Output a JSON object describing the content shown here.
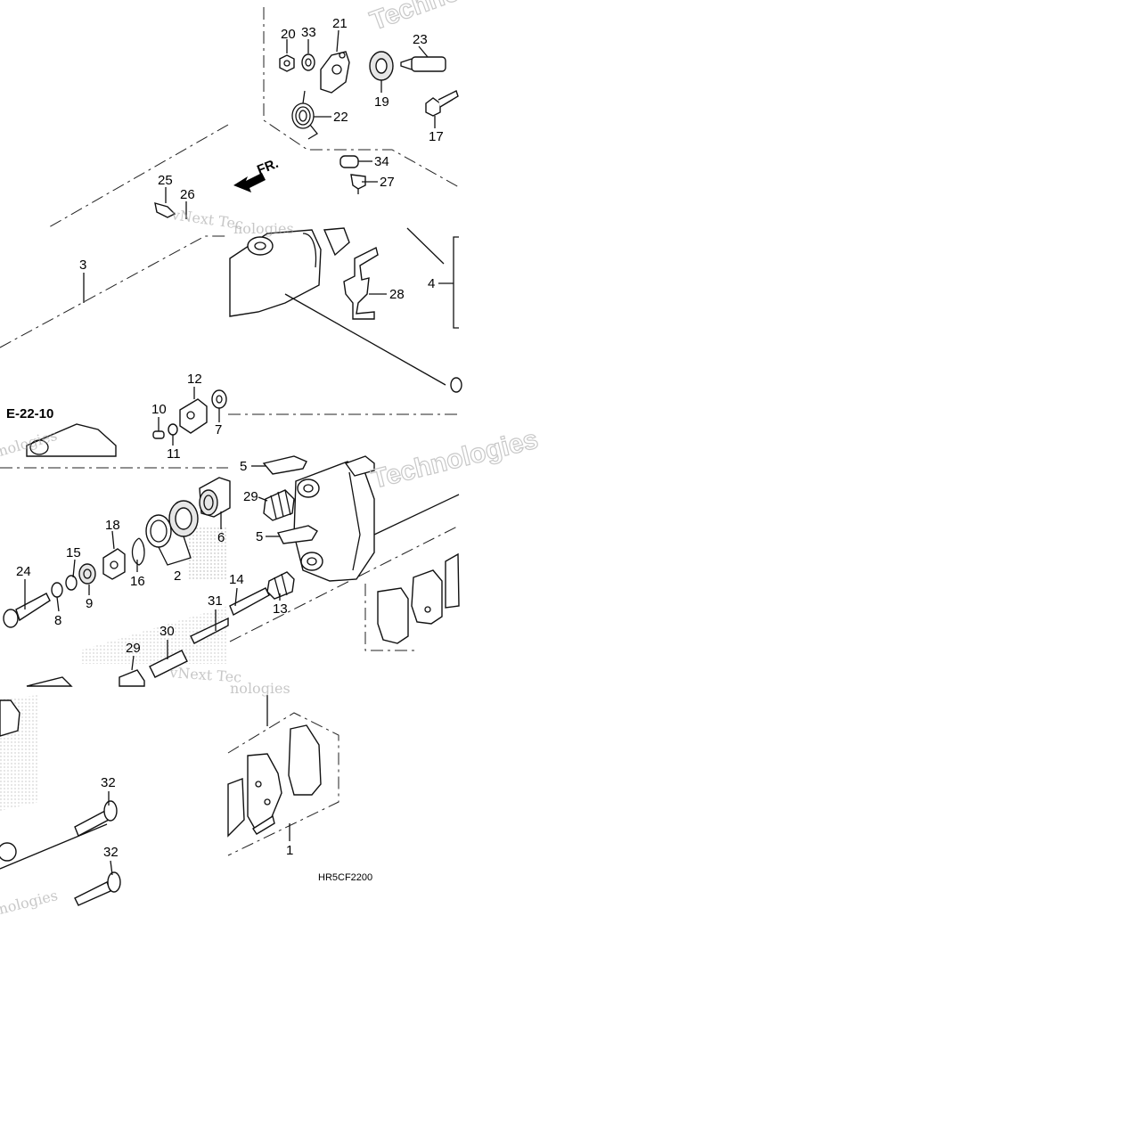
{
  "diagram": {
    "direction_label": "FR.",
    "reference_label": "E-22-10",
    "drawing_code": "HR5CF2200",
    "watermark_lines": [
      "vNext Tec",
      "nologies",
      "Technologies"
    ],
    "callouts": [
      {
        "id": "c20",
        "text": "20"
      },
      {
        "id": "c33",
        "text": "33"
      },
      {
        "id": "c21",
        "text": "21"
      },
      {
        "id": "c23",
        "text": "23"
      },
      {
        "id": "c19",
        "text": "19"
      },
      {
        "id": "c22",
        "text": "22"
      },
      {
        "id": "c17",
        "text": "17"
      },
      {
        "id": "c34",
        "text": "34"
      },
      {
        "id": "c27",
        "text": "27"
      },
      {
        "id": "c25",
        "text": "25"
      },
      {
        "id": "c26",
        "text": "26"
      },
      {
        "id": "c3",
        "text": "3"
      },
      {
        "id": "c28",
        "text": "28"
      },
      {
        "id": "c4",
        "text": "4"
      },
      {
        "id": "c12",
        "text": "12"
      },
      {
        "id": "c10",
        "text": "10"
      },
      {
        "id": "c7",
        "text": "7"
      },
      {
        "id": "c11",
        "text": "11"
      },
      {
        "id": "c5a",
        "text": "5"
      },
      {
        "id": "c29a",
        "text": "29"
      },
      {
        "id": "c5b",
        "text": "5"
      },
      {
        "id": "c18",
        "text": "18"
      },
      {
        "id": "c6",
        "text": "6"
      },
      {
        "id": "c15",
        "text": "15"
      },
      {
        "id": "c2",
        "text": "2"
      },
      {
        "id": "c24",
        "text": "24"
      },
      {
        "id": "c16",
        "text": "16"
      },
      {
        "id": "c9",
        "text": "9"
      },
      {
        "id": "c8",
        "text": "8"
      },
      {
        "id": "c14",
        "text": "14"
      },
      {
        "id": "c13",
        "text": "13"
      },
      {
        "id": "c31",
        "text": "31"
      },
      {
        "id": "c30",
        "text": "30"
      },
      {
        "id": "c29b",
        "text": "29"
      },
      {
        "id": "c32a",
        "text": "32"
      },
      {
        "id": "c32b",
        "text": "32"
      },
      {
        "id": "c1",
        "text": "1"
      }
    ]
  }
}
